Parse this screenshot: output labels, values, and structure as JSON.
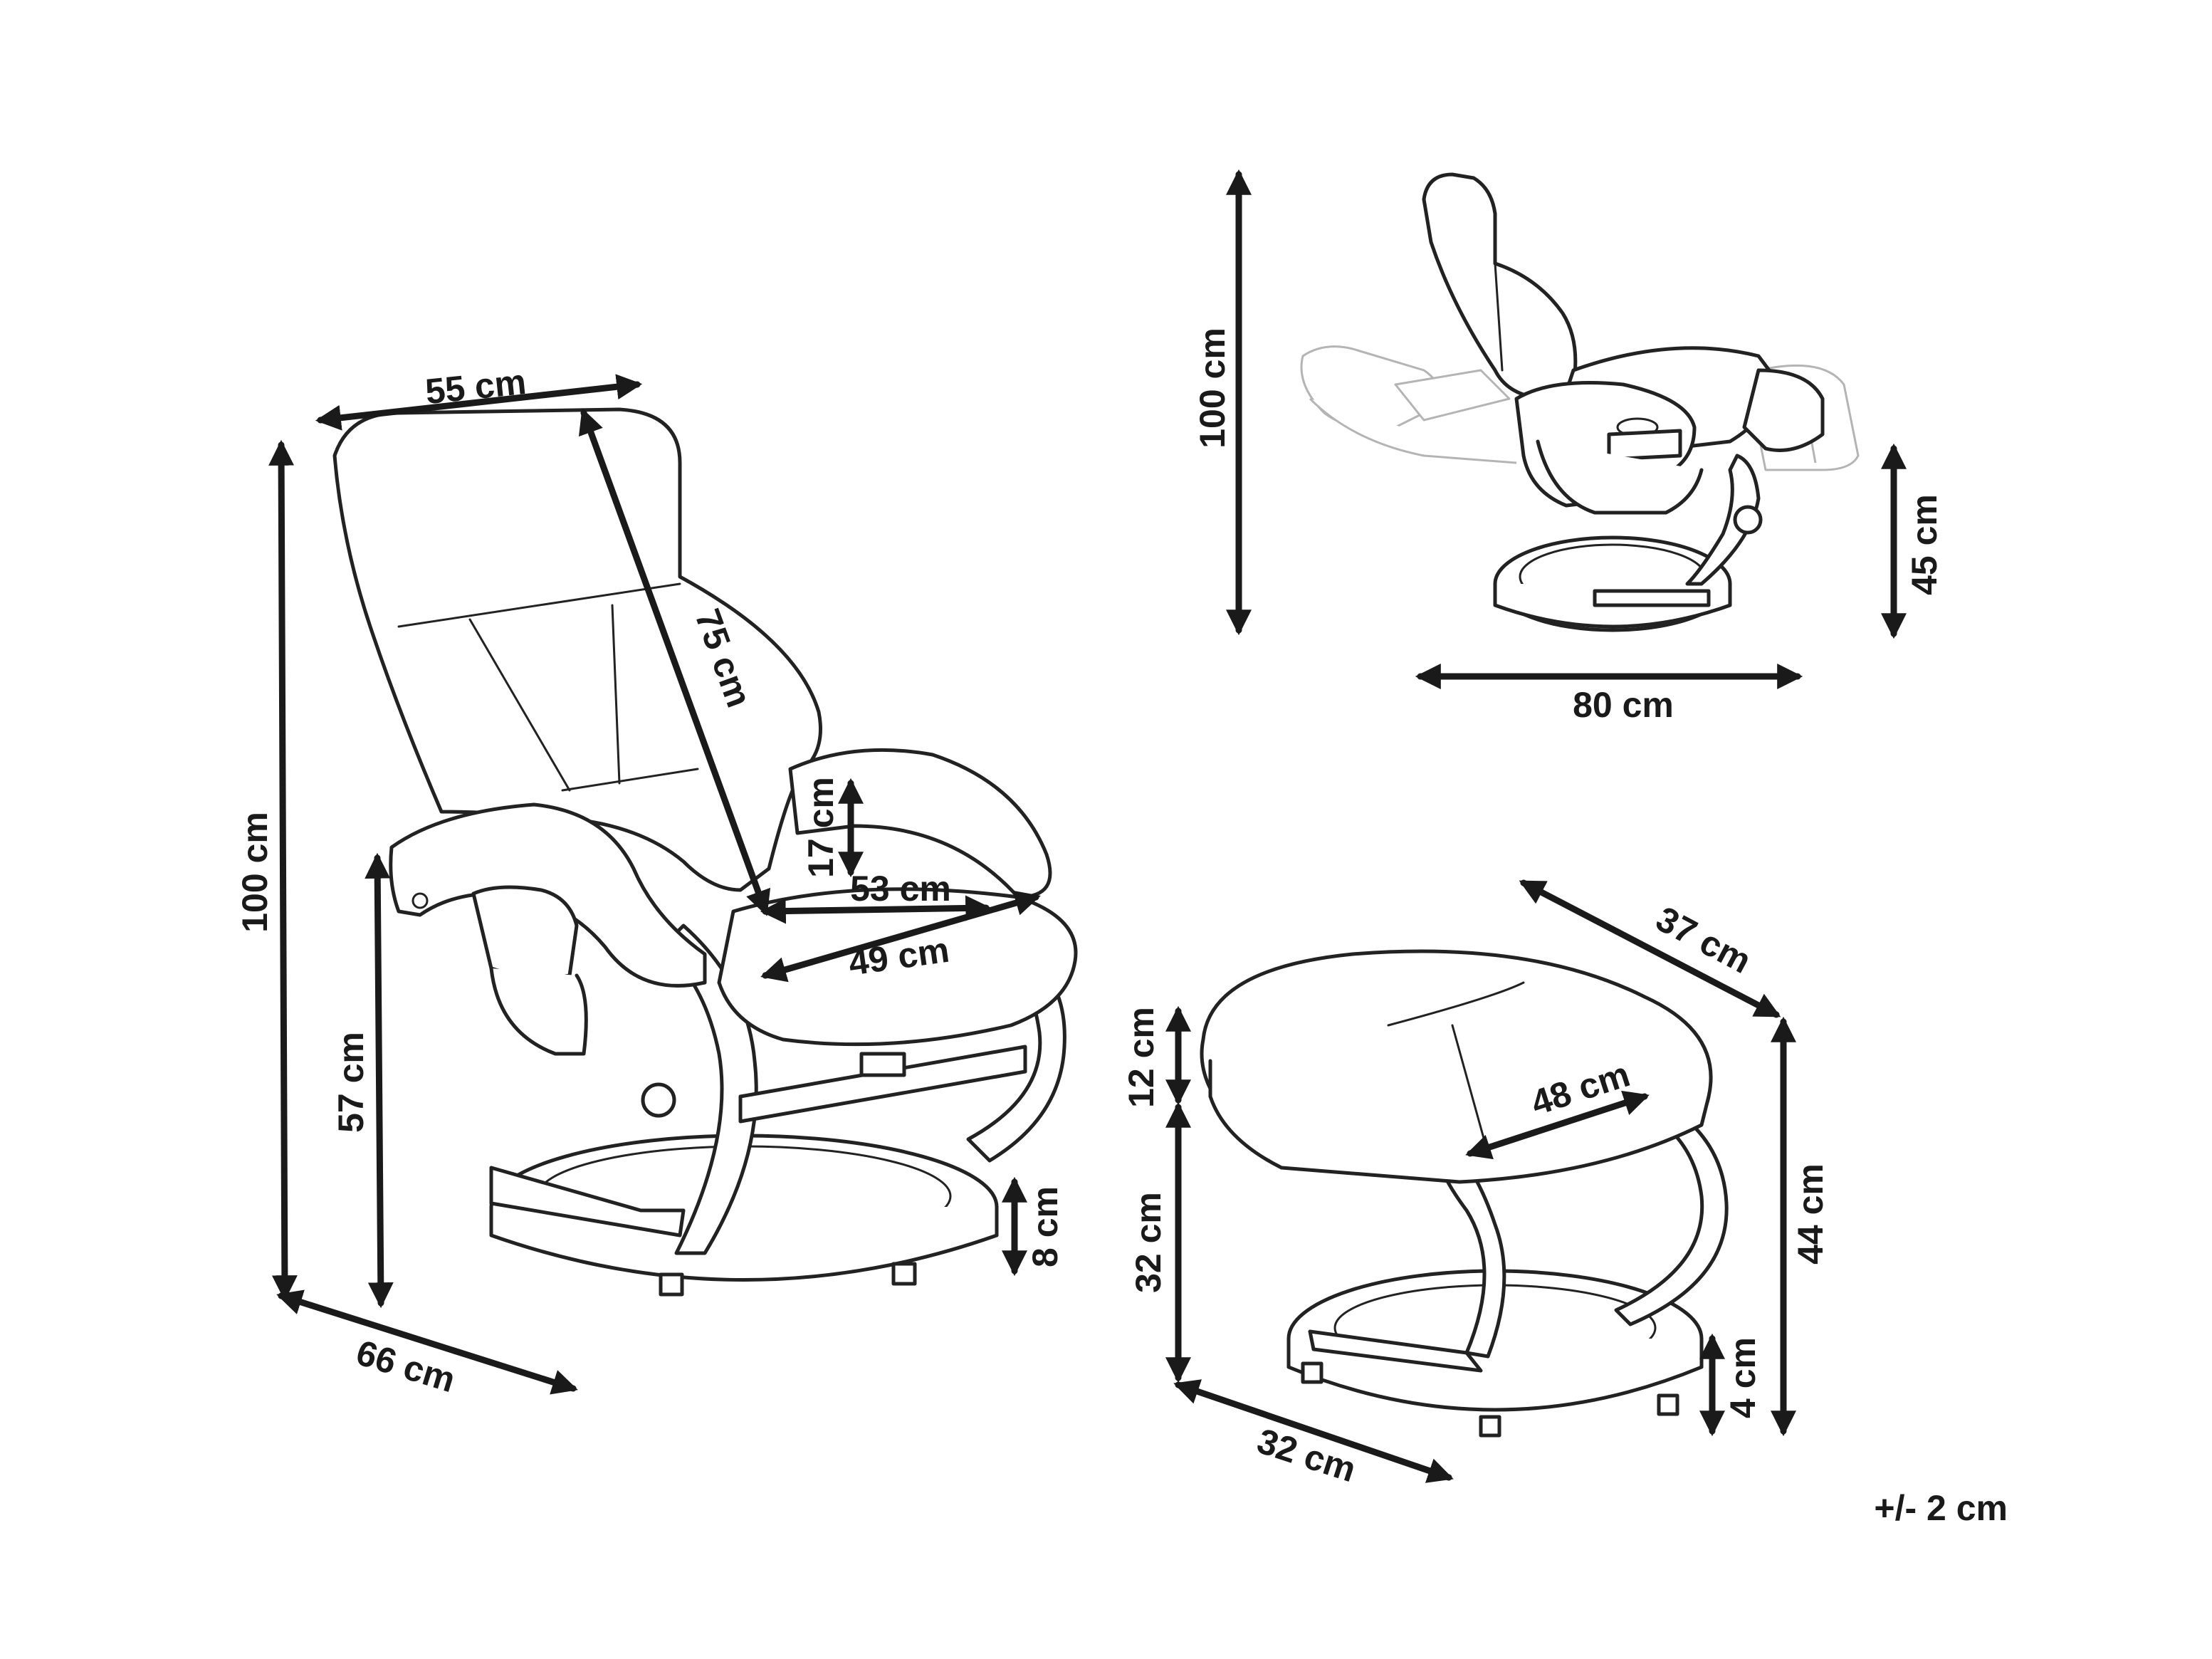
{
  "chair": {
    "width_top": "55 cm",
    "backrest_length": "75 cm",
    "total_height": "100 cm",
    "armrest_height": "57 cm",
    "depth": "66 cm",
    "armrest_cushion": "17 cm",
    "seat_width": "53 cm",
    "seat_depth": "49 cm",
    "base_height": "8 cm"
  },
  "reclined": {
    "height": "100 cm",
    "seat_height": "45 cm",
    "length": "80 cm"
  },
  "ottoman": {
    "width": "37 cm",
    "top_depth": "48 cm",
    "cushion_height": "12 cm",
    "frame_height": "32 cm",
    "total_height": "44 cm",
    "base_height": "4 cm",
    "depth": "32 cm"
  },
  "tolerance": "+/- 2 cm",
  "colors": {
    "line": "#1a1a1a",
    "ghost": "#b4b4b4"
  }
}
